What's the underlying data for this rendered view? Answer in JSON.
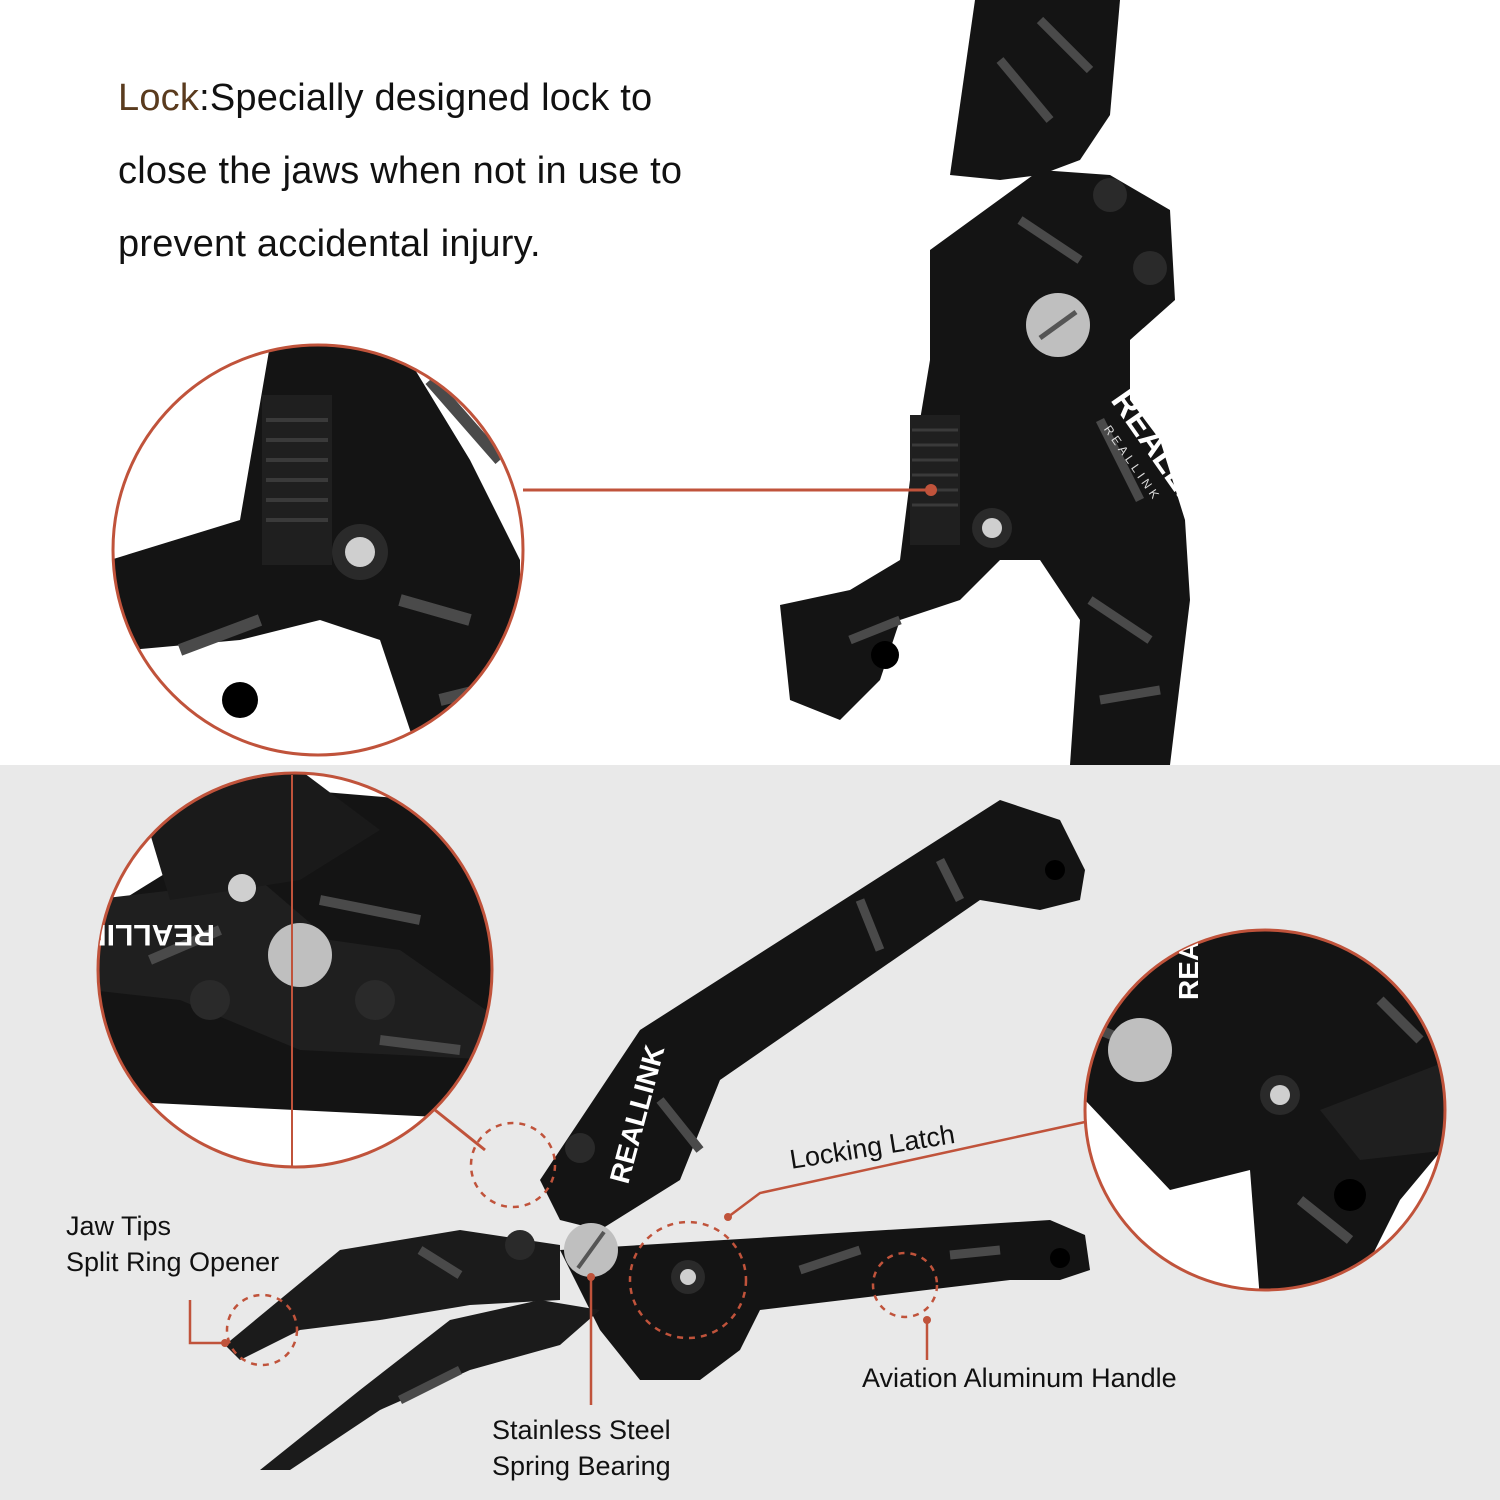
{
  "lock_section": {
    "keyword": "Lock",
    "separator": ":",
    "description_line1": "Specially designed lock to",
    "description_line2": "close the jaws when not in use to",
    "description_line3": "prevent accidental injury."
  },
  "callouts": {
    "locking_latch": "Locking Latch",
    "jaw_tips_line1": "Jaw Tips",
    "jaw_tips_line2": "Split Ring Opener",
    "stainless_line1": "Stainless Steel",
    "stainless_line2": "Spring Bearing",
    "aviation_handle": "Aviation Aluminum Handle"
  },
  "brand": {
    "logo_text": "REALLINK",
    "logo_subtext": "REALLINK"
  },
  "colors": {
    "accent": "#c0533b",
    "tool_body": "#141414",
    "tool_pattern": "#4a4a4a",
    "bottom_background": "#e9e9e9",
    "keyword": "#5a3b1e"
  }
}
